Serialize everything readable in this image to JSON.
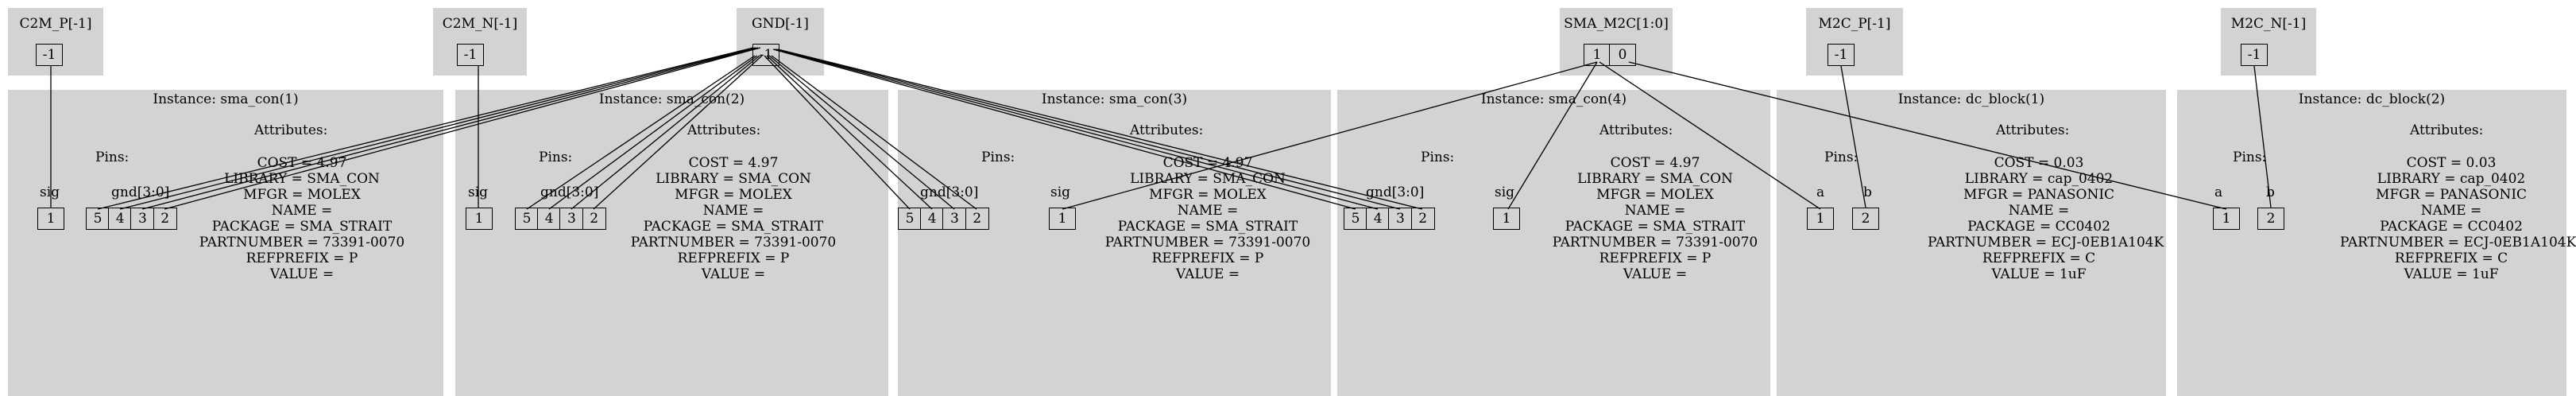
{
  "nets": [
    {
      "id": "c2m-p",
      "title": "C2M_P[-1]",
      "pins": [
        "-1"
      ]
    },
    {
      "id": "c2m-n",
      "title": "C2M_N[-1]",
      "pins": [
        "-1"
      ]
    },
    {
      "id": "gnd",
      "title": "GND[-1]",
      "pins": [
        "-1"
      ]
    },
    {
      "id": "sma-m2c",
      "title": "SMA_M2C[1:0]",
      "pins": [
        "1",
        "0"
      ]
    },
    {
      "id": "m2c-p",
      "title": "M2C_P[-1]",
      "pins": [
        "-1"
      ]
    },
    {
      "id": "m2c-n",
      "title": "M2C_N[-1]",
      "pins": [
        "-1"
      ]
    }
  ],
  "instances": [
    {
      "title": "Instance: sma_con(1)",
      "attributes_label": "Attributes:",
      "pins_label": "Pins:",
      "pin_sig": "sig",
      "pin_sig_value": "1",
      "pin_gnd": "gnd[3:0]",
      "gnd_values": [
        "5",
        "4",
        "3",
        "2"
      ],
      "attrs": [
        "COST = 4.97",
        "LIBRARY = SMA_CON",
        "MFGR = MOLEX",
        "NAME =",
        "PACKAGE = SMA_STRAIT",
        "PARTNUMBER = 73391-0070",
        "REFPREFIX = P",
        "VALUE ="
      ]
    },
    {
      "title": "Instance: sma_con(2)",
      "attributes_label": "Attributes:",
      "pins_label": "Pins:",
      "pin_sig": "sig",
      "pin_sig_value": "1",
      "pin_gnd": "gnd[3:0]",
      "gnd_values": [
        "5",
        "4",
        "3",
        "2"
      ],
      "attrs": [
        "COST = 4.97",
        "LIBRARY = SMA_CON",
        "MFGR = MOLEX",
        "NAME =",
        "PACKAGE = SMA_STRAIT",
        "PARTNUMBER = 73391-0070",
        "REFPREFIX = P",
        "VALUE ="
      ]
    },
    {
      "title": "Instance: sma_con(3)",
      "attributes_label": "Attributes:",
      "pins_label": "Pins:",
      "pin_sig": "sig",
      "pin_sig_value": "1",
      "pin_gnd": "gnd[3:0]",
      "gnd_values": [
        "5",
        "4",
        "3",
        "2"
      ],
      "attrs": [
        "COST = 4.97",
        "LIBRARY = SMA_CON",
        "MFGR = MOLEX",
        "NAME =",
        "PACKAGE = SMA_STRAIT",
        "PARTNUMBER = 73391-0070",
        "REFPREFIX = P",
        "VALUE ="
      ]
    },
    {
      "title": "Instance: sma_con(4)",
      "attributes_label": "Attributes:",
      "pins_label": "Pins:",
      "pin_sig": "sig",
      "pin_sig_value": "1",
      "pin_gnd": "gnd[3:0]",
      "gnd_values": [
        "5",
        "4",
        "3",
        "2"
      ],
      "attrs": [
        "COST = 4.97",
        "LIBRARY = SMA_CON",
        "MFGR = MOLEX",
        "NAME =",
        "PACKAGE = SMA_STRAIT",
        "PARTNUMBER = 73391-0070",
        "REFPREFIX = P",
        "VALUE ="
      ]
    },
    {
      "title": "Instance: dc_block(1)",
      "attributes_label": "Attributes:",
      "pins_label": "Pins:",
      "pin_a": "a",
      "pin_a_value": "1",
      "pin_b": "b",
      "pin_b_value": "2",
      "attrs": [
        "COST = 0.03",
        "LIBRARY = cap_0402",
        "MFGR = PANASONIC",
        "NAME =",
        "PACKAGE = CC0402",
        "PARTNUMBER = ECJ-0EB1A104K",
        "REFPREFIX = C",
        "VALUE = 1uF"
      ]
    },
    {
      "title": "Instance: dc_block(2)",
      "attributes_label": "Attributes:",
      "pins_label": "Pins:",
      "pin_a": "a",
      "pin_a_value": "1",
      "pin_b": "b",
      "pin_b_value": "2",
      "attrs": [
        "COST = 0.03",
        "LIBRARY = cap_0402",
        "MFGR = PANASONIC",
        "NAME =",
        "PACKAGE = CC0402",
        "PARTNUMBER = ECJ-0EB1A104K",
        "REFPREFIX = C",
        "VALUE = 1uF"
      ]
    }
  ]
}
